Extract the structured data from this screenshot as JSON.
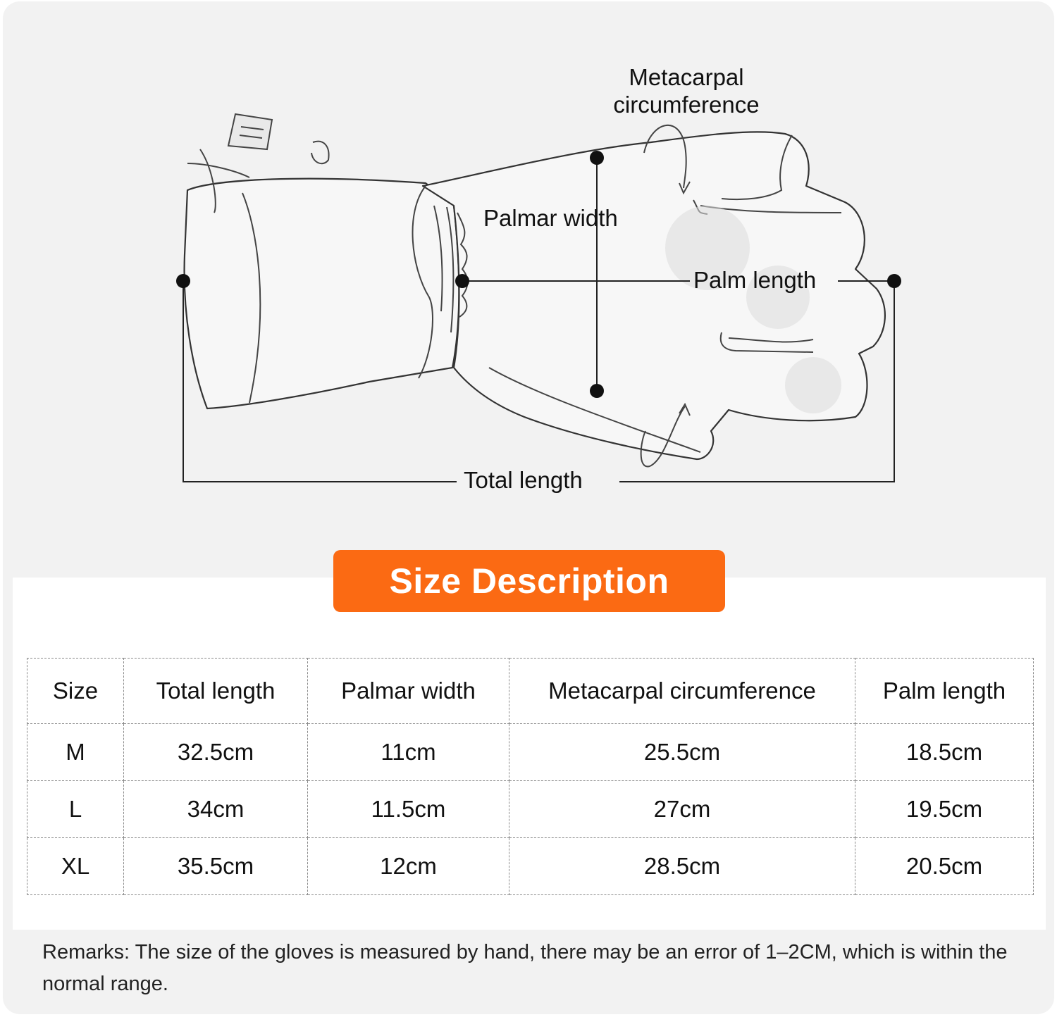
{
  "diagram": {
    "labels": {
      "metacarpal": "Metacarpal circumference",
      "palmar_width": "Palmar width",
      "palm_length": "Palm length",
      "total_length": "Total length"
    }
  },
  "title": "Size Description",
  "accent_color": "#fb6a13",
  "table": {
    "headers": [
      "Size",
      "Total length",
      "Palmar width",
      "Metacarpal circumference",
      "Palm length"
    ],
    "rows": [
      [
        "M",
        "32.5cm",
        "11cm",
        "25.5cm",
        "18.5cm"
      ],
      [
        "L",
        "34cm",
        "11.5cm",
        "27cm",
        "19.5cm"
      ],
      [
        "XL",
        "35.5cm",
        "12cm",
        "28.5cm",
        "20.5cm"
      ]
    ]
  },
  "remarks": "Remarks: The size of the gloves is measured by hand, there may be an error of 1–2CM, which is within the normal range."
}
